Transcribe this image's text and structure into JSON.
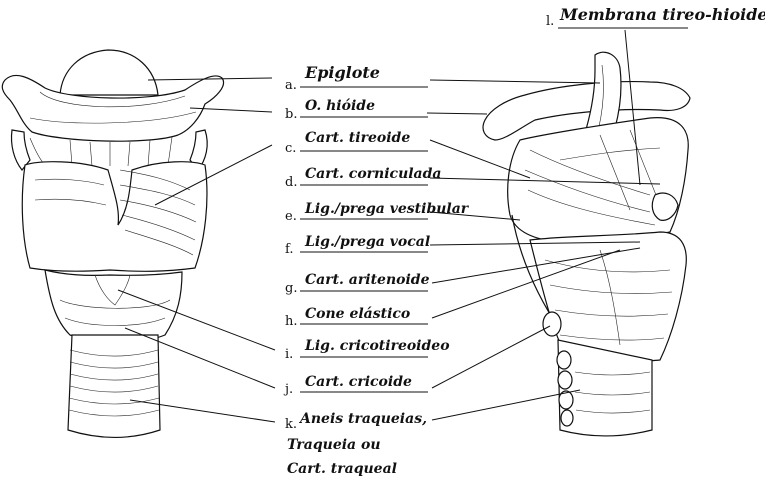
{
  "labels": [
    {
      "letter": "a.",
      "answer": "Epiglote"
    },
    {
      "letter": "b.",
      "answer": "O. hióide"
    },
    {
      "letter": "c.",
      "answer": "Cart. tireoide"
    },
    {
      "letter": "d.",
      "answer": "Cart. corniculada"
    },
    {
      "letter": "e.",
      "answer": "Lig./prega vestibular"
    },
    {
      "letter": "f.",
      "answer": "Lig./prega vocal"
    },
    {
      "letter": "g.",
      "answer": "Cart. aritenoide"
    },
    {
      "letter": "h.",
      "answer": "Cone elástico"
    },
    {
      "letter": "i.",
      "answer": "Lig. cricotireoideo"
    },
    {
      "letter": "j.",
      "answer": "Cart. cricoide"
    },
    {
      "letter": "k.",
      "answer": "Aneis traqueias,",
      "answer_line2": "Traqueia ou",
      "answer_line3": "Cart. traqueal"
    },
    {
      "letter": "l.",
      "answer": "Membrana tireo-hioidea"
    }
  ]
}
